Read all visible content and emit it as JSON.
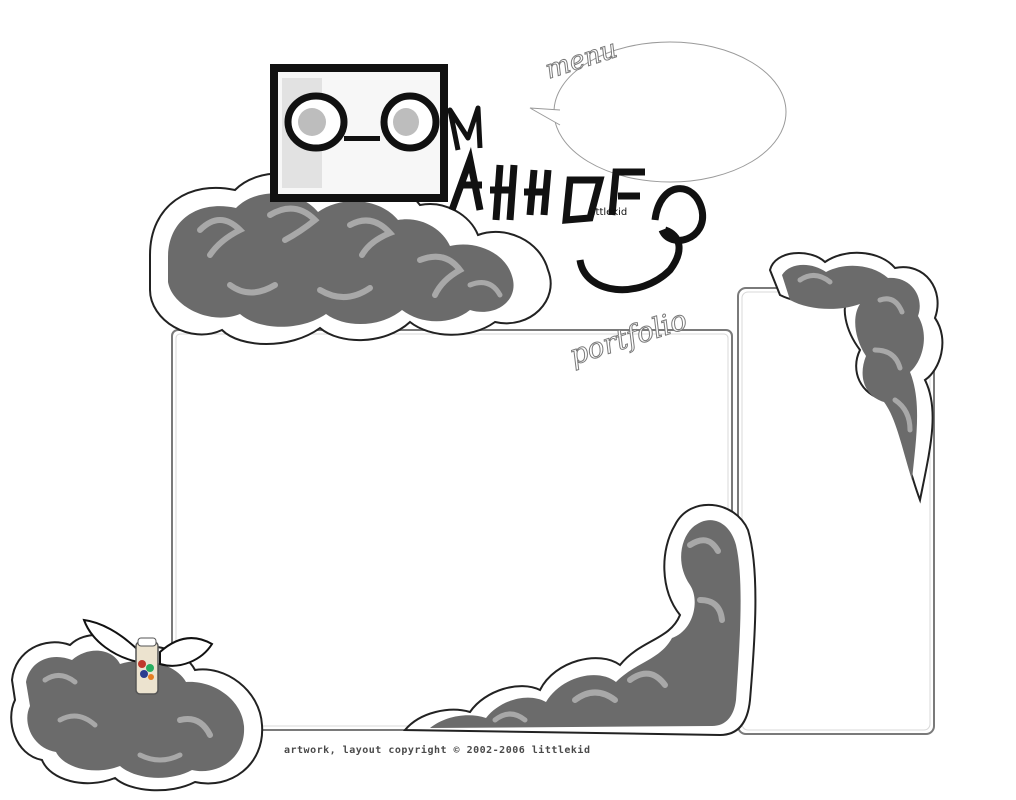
{
  "footer": {
    "copyright_text": "artwork, layout  copyright © 2002-2006 littlekid"
  },
  "nav": {
    "menu_label": "menu",
    "portfolio_label": "portfolio",
    "logo_text": "littlekid"
  },
  "colors": {
    "cloud_fill": "#6b6b6b",
    "cloud_light": "#a8a8a8",
    "frame_stroke": "#7a7a7a",
    "ink": "#111111"
  },
  "icons": {
    "mascot": "square-face-mascot",
    "spray_can": "winged-spray-can",
    "speech_bubble": "speech-bubble"
  }
}
